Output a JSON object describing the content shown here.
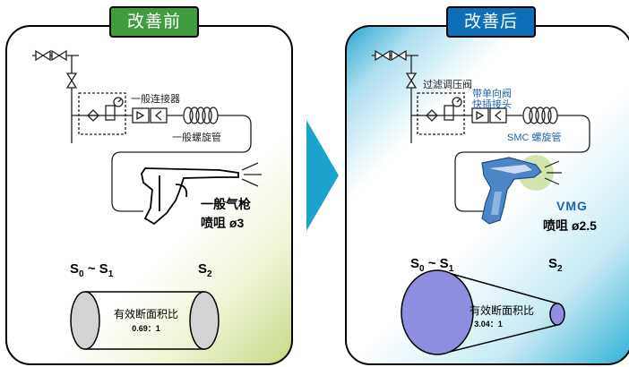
{
  "before": {
    "tag": "改善前",
    "connector_label": "一般连接器",
    "hose_label": "一般螺旋管",
    "gun_label": "一般气枪",
    "nozzle_label": "喷咀 ø3",
    "s_left": "S",
    "s_left_sub0": "0",
    "s_tilde": " ~ S",
    "s_left_sub1": "1",
    "s_right": "S",
    "s_right_sub": "2",
    "ratio_title": "有效断面积比",
    "ratio_value": "0.69：1"
  },
  "after": {
    "tag": "改善后",
    "valve_label": "过滤调压阀",
    "check_label_1": "带单向阀",
    "check_label_2": "快插接头",
    "hose_label": "SMC 螺旋管",
    "product_label": "VMG",
    "nozzle_label": "喷咀 ø2.5",
    "s_left": "S",
    "s_left_sub0": "0",
    "s_tilde": " ~ S",
    "s_left_sub1": "1",
    "s_right": "S",
    "s_right_sub": "2",
    "ratio_title": "有效断面积比",
    "ratio_value": "3.04：1"
  },
  "colors": {
    "before_tag": "#3f9d3e",
    "after_tag": "#0d6fb8",
    "arrow": "#1ba3cc",
    "cylinder_grey": "#d3d3d3",
    "cone_purple": "#8f8ee0",
    "gun_blue": "#4d86c7",
    "nozzle_glow": "#c9e0a0"
  }
}
